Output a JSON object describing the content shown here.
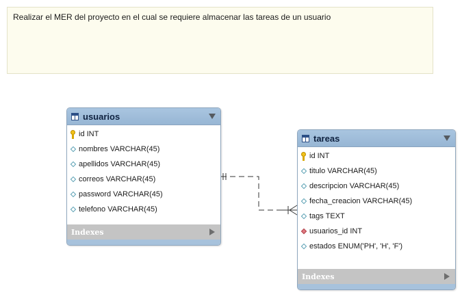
{
  "note": {
    "text": "Realizar el MER del proyecto en el cual se requiere almacenar las tareas de un usuario"
  },
  "entities": {
    "usuarios": {
      "title": "usuarios",
      "fields": [
        {
          "label": "id INT",
          "kind": "pk"
        },
        {
          "label": "nombres VARCHAR(45)",
          "kind": "column"
        },
        {
          "label": "apellidos VARCHAR(45)",
          "kind": "column"
        },
        {
          "label": "correos VARCHAR(45)",
          "kind": "column"
        },
        {
          "label": "password VARCHAR(45)",
          "kind": "column"
        },
        {
          "label": "telefono VARCHAR(45)",
          "kind": "column"
        }
      ],
      "indexes_label": "Indexes"
    },
    "tareas": {
      "title": "tareas",
      "fields": [
        {
          "label": "id INT",
          "kind": "pk"
        },
        {
          "label": "titulo VARCHAR(45)",
          "kind": "column"
        },
        {
          "label": "descripcion VARCHAR(45)",
          "kind": "column"
        },
        {
          "label": "fecha_creacion VARCHAR(45)",
          "kind": "column"
        },
        {
          "label": "tags TEXT",
          "kind": "column"
        },
        {
          "label": "usuarios_id INT",
          "kind": "fk"
        },
        {
          "label": "estados ENUM('PH', 'H', 'F')",
          "kind": "column"
        }
      ],
      "indexes_label": "Indexes"
    }
  },
  "relationship": {
    "from": "usuarios",
    "to": "tareas",
    "from_cardinality": "one-and-only-one",
    "to_cardinality": "one-or-many",
    "style": "dashed"
  },
  "colors": {
    "header": "#a9c5e0",
    "note_bg": "#fdfcee",
    "indexes_bar": "#c4c4c4",
    "pk_key": "#f2c21a",
    "fk_diamond": "#e07a82"
  }
}
